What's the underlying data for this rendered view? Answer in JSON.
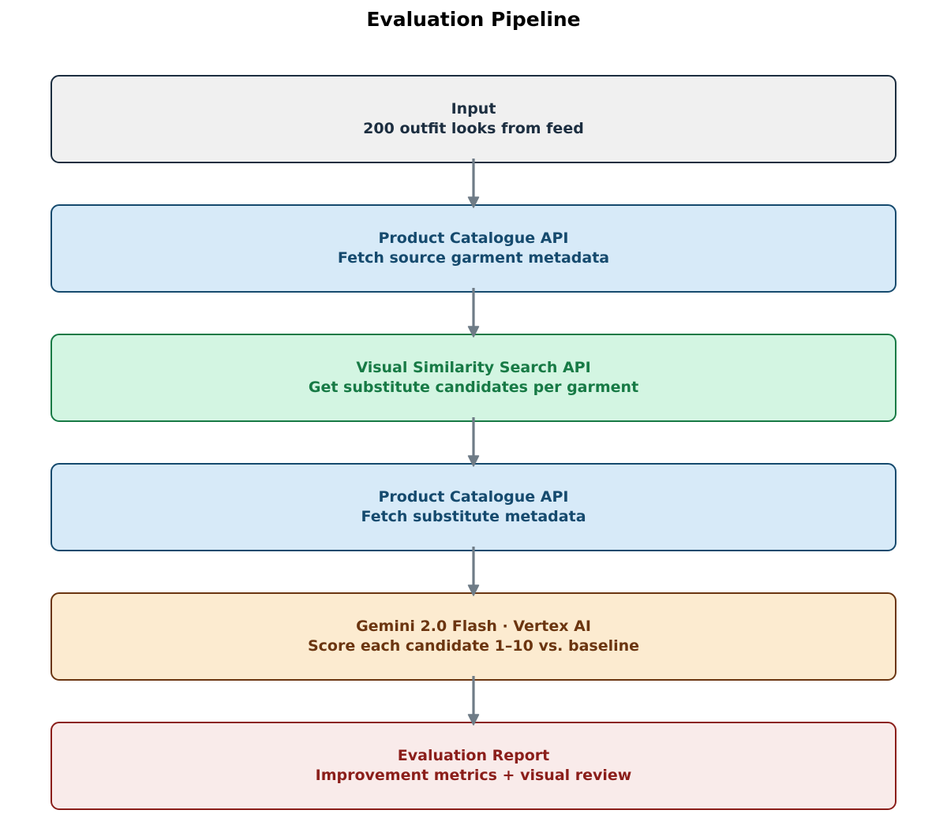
{
  "title": "Evaluation Pipeline",
  "stages": [
    {
      "heading": "Input",
      "detail": "200 outfit looks from feed",
      "fill": "#f0f0f0",
      "border": "#1c2e40",
      "text": "#1c2e40"
    },
    {
      "heading": "Product Catalogue API",
      "detail": "Fetch source garment metadata",
      "fill": "#d7eaf8",
      "border": "#154a6e",
      "text": "#154a6e"
    },
    {
      "heading": "Visual Similarity Search API",
      "detail": "Get substitute candidates per garment",
      "fill": "#d3f5e2",
      "border": "#177a45",
      "text": "#177a45"
    },
    {
      "heading": "Product Catalogue API",
      "detail": "Fetch substitute metadata",
      "fill": "#d7eaf8",
      "border": "#154a6e",
      "text": "#154a6e"
    },
    {
      "heading": "Gemini 2.0 Flash  ·  Vertex AI",
      "detail": "Score each candidate 1–10 vs. baseline",
      "fill": "#fcebd0",
      "border": "#6b3510",
      "text": "#6b3510"
    },
    {
      "heading": "Evaluation Report",
      "detail": "Improvement metrics + visual review",
      "fill": "#f9ebea",
      "border": "#8b1e1a",
      "text": "#8b1e1a"
    }
  ],
  "arrow_color": "#6f7c87"
}
